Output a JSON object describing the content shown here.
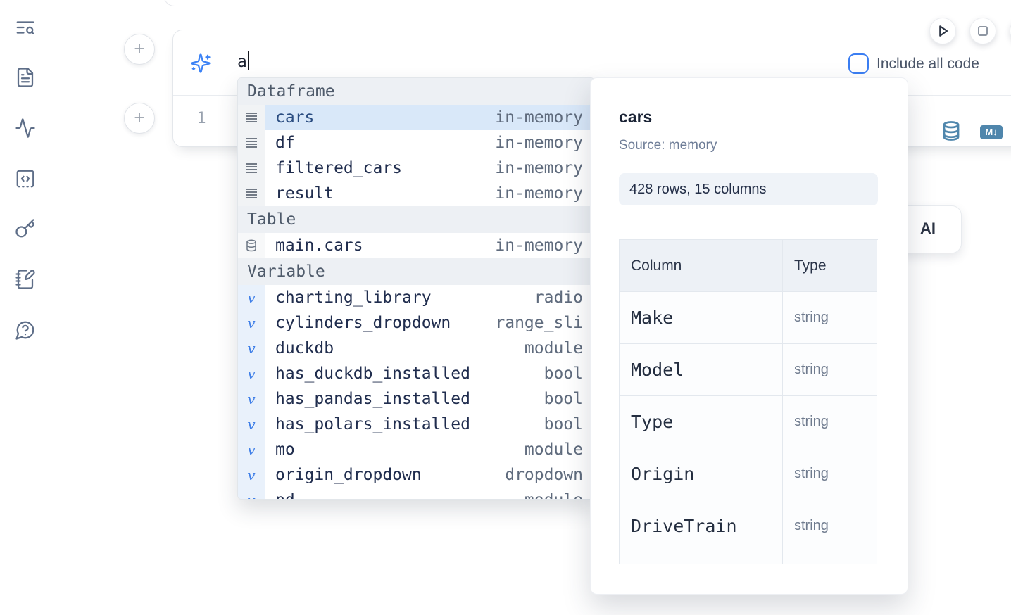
{
  "colors": {
    "accent_blue": "#3b82f6",
    "steel_blue": "#4f86ac",
    "selection_bg": "#d9e8f9",
    "icon_slate": "#5e6e88"
  },
  "sidebar": {
    "items": [
      {
        "icon": "text-search-icon"
      },
      {
        "icon": "file-text-icon"
      },
      {
        "icon": "activity-icon"
      },
      {
        "icon": "code-square-icon"
      },
      {
        "icon": "key-icon"
      },
      {
        "icon": "notebook-pen-icon"
      },
      {
        "icon": "help-circle-icon"
      }
    ]
  },
  "cell": {
    "prompt": {
      "value": "a"
    },
    "include_all_code": {
      "label": "Include all code",
      "checked": false
    },
    "line_number": "1",
    "toolbar": {
      "markdown_badge": "M↓"
    }
  },
  "autocomplete": {
    "sections": [
      {
        "label": "Dataframe",
        "icon": "dataframe-icon",
        "items": [
          {
            "name": "cars",
            "type": "in-memory",
            "selected": true
          },
          {
            "name": "df",
            "type": "in-memory"
          },
          {
            "name": "filtered_cars",
            "type": "in-memory"
          },
          {
            "name": "result",
            "type": "in-memory"
          }
        ]
      },
      {
        "label": "Table",
        "icon": "table-icon",
        "items": [
          {
            "name": "main.cars",
            "type": "in-memory"
          }
        ]
      },
      {
        "label": "Variable",
        "icon": "variable-icon",
        "items": [
          {
            "name": "charting_library",
            "type": "radio"
          },
          {
            "name": "cylinders_dropdown",
            "type": "range_sli"
          },
          {
            "name": "duckdb",
            "type": "module"
          },
          {
            "name": "has_duckdb_installed",
            "type": "bool"
          },
          {
            "name": "has_pandas_installed",
            "type": "bool"
          },
          {
            "name": "has_polars_installed",
            "type": "bool"
          },
          {
            "name": "mo",
            "type": "module"
          },
          {
            "name": "origin_dropdown",
            "type": "dropdown"
          },
          {
            "name": "pd",
            "type": "module"
          }
        ]
      }
    ]
  },
  "preview": {
    "title": "cars",
    "source": "Source: memory",
    "shape": "428 rows, 15 columns",
    "table": {
      "headers": [
        "Column",
        "Type"
      ],
      "rows": [
        [
          "Make",
          "string"
        ],
        [
          "Model",
          "string"
        ],
        [
          "Type",
          "string"
        ],
        [
          "Origin",
          "string"
        ],
        [
          "DriveTrain",
          "string"
        ]
      ]
    }
  },
  "ai_button": {
    "label": "AI"
  }
}
